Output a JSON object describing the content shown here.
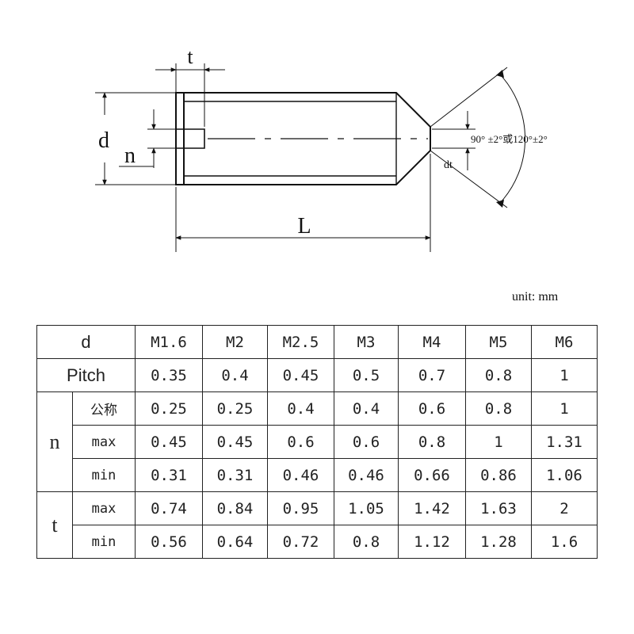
{
  "drawing": {
    "labels": {
      "t": "t",
      "d": "d",
      "n": "n",
      "L": "L",
      "dt": "dt",
      "angle": "90° ±2°或120°±2°"
    }
  },
  "unit": "unit: mm",
  "table": {
    "header_label": "d",
    "sizes": [
      "M1.6",
      "M2",
      "M2.5",
      "M3",
      "M4",
      "M5",
      "M6"
    ],
    "pitch": {
      "label": "Pitch",
      "values": [
        "0.35",
        "0.4",
        "0.45",
        "0.5",
        "0.7",
        "0.8",
        "1"
      ]
    },
    "n": {
      "label": "n",
      "rows": [
        {
          "label": "公称",
          "values": [
            "0.25",
            "0.25",
            "0.4",
            "0.4",
            "0.6",
            "0.8",
            "1"
          ]
        },
        {
          "label": "max",
          "values": [
            "0.45",
            "0.45",
            "0.6",
            "0.6",
            "0.8",
            "1",
            "1.31"
          ]
        },
        {
          "label": "min",
          "values": [
            "0.31",
            "0.31",
            "0.46",
            "0.46",
            "0.66",
            "0.86",
            "1.06"
          ]
        }
      ]
    },
    "t": {
      "label": "t",
      "rows": [
        {
          "label": "max",
          "values": [
            "0.74",
            "0.84",
            "0.95",
            "1.05",
            "1.42",
            "1.63",
            "2"
          ]
        },
        {
          "label": "min",
          "values": [
            "0.56",
            "0.64",
            "0.72",
            "0.8",
            "1.12",
            "1.28",
            "1.6"
          ]
        }
      ]
    }
  }
}
